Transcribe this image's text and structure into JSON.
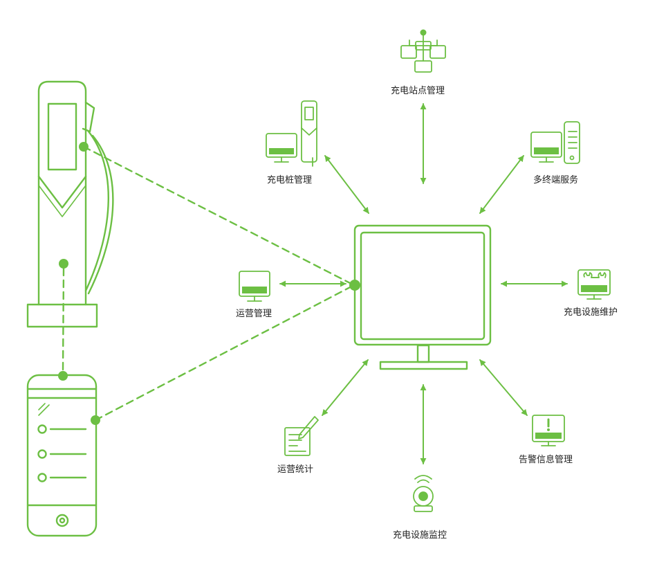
{
  "colors": {
    "accent": "#6cbf43",
    "text": "#222222"
  },
  "center": {
    "icon": "monitor-icon"
  },
  "devices": [
    {
      "name": "charging-pile",
      "icon": "charging-pile-icon"
    },
    {
      "name": "mobile-phone",
      "icon": "phone-icon"
    }
  ],
  "modules": {
    "station_mgmt": {
      "label": "充电站点管理",
      "icon": "org-tree-icon"
    },
    "pile_mgmt": {
      "label": "充电桩管理",
      "icon": "monitor-pile-icon"
    },
    "multi_terminal": {
      "label": "多终端服务",
      "icon": "monitor-phone-icon"
    },
    "operation_mgmt": {
      "label": "运营管理",
      "icon": "monitor-icon"
    },
    "facility_maint": {
      "label": "充电设施维护",
      "icon": "wrench-monitor-icon"
    },
    "operation_stats": {
      "label": "运营统计",
      "icon": "notepad-pen-icon"
    },
    "facility_monitor": {
      "label": "充电设施监控",
      "icon": "webcam-icon"
    },
    "alarm_mgmt": {
      "label": "告警信息管理",
      "icon": "alert-monitor-icon"
    }
  }
}
